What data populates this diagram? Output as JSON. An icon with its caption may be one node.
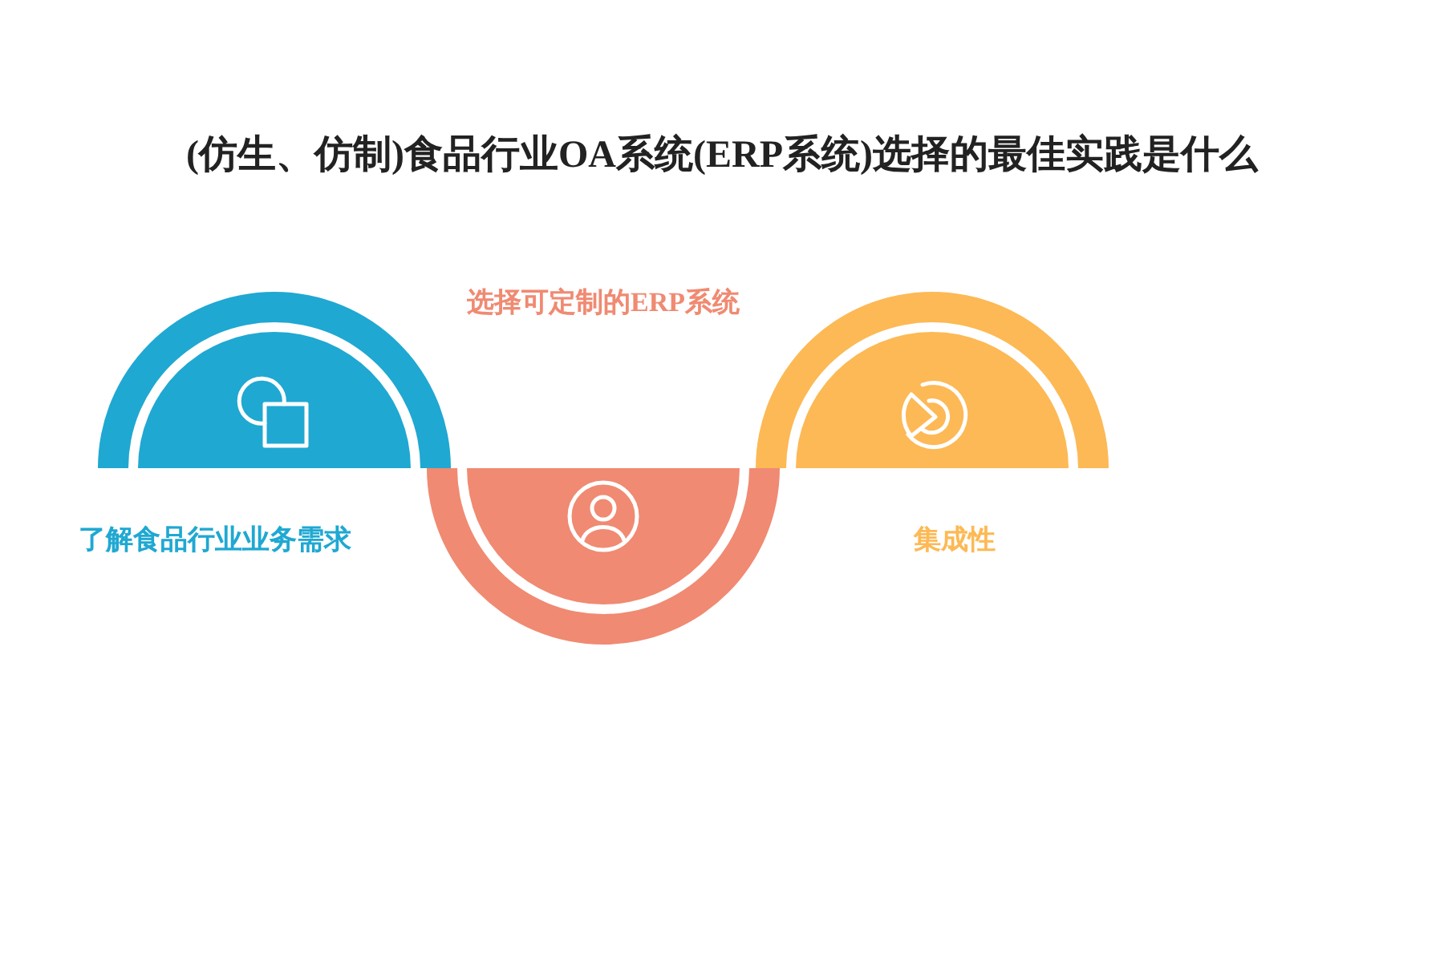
{
  "diagram": {
    "title": "(仿生、仿制)食品行业OA系统(ERP系统)选择的最佳实践是什么",
    "nodes": [
      {
        "text": [],
        "shape": "semicircle",
        "beside": [
          "了解食品行业业务需求"
        ]
      },
      {
        "text": [],
        "shape": "semicircle"
      },
      {
        "text": [],
        "shape": "semicircle",
        "beside": [
          "集成性"
        ]
      }
    ],
    "labels": [
      "选择可定制的ERP系统"
    ]
  }
}
